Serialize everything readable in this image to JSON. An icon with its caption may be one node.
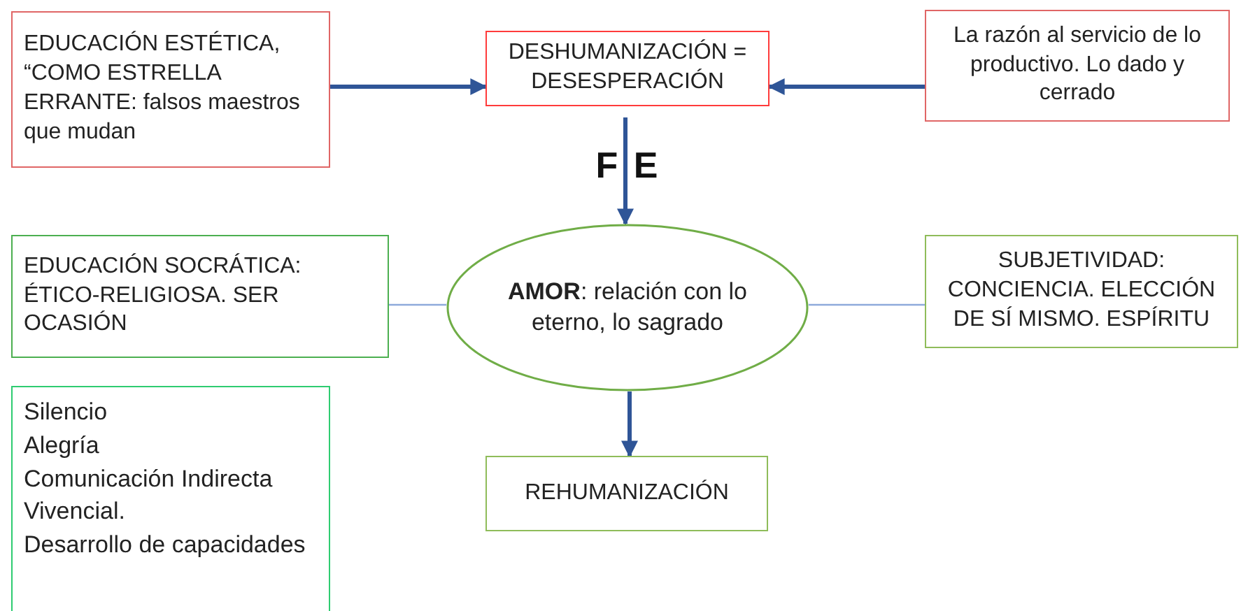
{
  "diagram": {
    "nodes": [
      {
        "text": [
          "EDUCACIÓN ESTÉTICA, “COMO ESTRELLA ERRANTE: falsos maestros que mudan"
        ]
      },
      {
        "text": [
          "DESHUMANIZACIÓN = DESESPERACIÓN"
        ]
      },
      {
        "text": [
          "La razón al servicio de lo productivo.  Lo dado y cerrado"
        ]
      },
      {
        "text": [
          "**AMOR**: relación con lo eterno,  lo sagrado"
        ]
      },
      {
        "text": [
          "EDUCACIÓN  SOCRÁTICA: ÉTICO-RELIGIOSA. SER OCASIÓN"
        ]
      },
      {
        "text": [
          "SUBJETIVIDAD: CONCIENCIA. ELECCIÓN DE SÍ MISMO. ESPÍRITU"
        ]
      },
      {
        "text": [
          "REHUMANIZACIÓN"
        ]
      },
      {
        "text": [
          "Silencio",
          "Alegría",
          "Comunicación Indirecta Vivencial.",
          "Desarrollo de capacidades"
        ]
      }
    ],
    "edges": [
      {
        "from": 0,
        "to": 1,
        "arrow": "to"
      },
      {
        "from": 2,
        "to": 1,
        "arrow": "to"
      },
      {
        "from": 1,
        "to": 3,
        "arrow": "to",
        "label": "F E"
      },
      {
        "from": 4,
        "to": 3,
        "arrow": "none",
        "color": "#8eaadb"
      },
      {
        "from": 3,
        "to": 5,
        "arrow": "none",
        "color": "#8eaadb"
      },
      {
        "from": 3,
        "to": 6,
        "arrow": "to"
      }
    ]
  }
}
